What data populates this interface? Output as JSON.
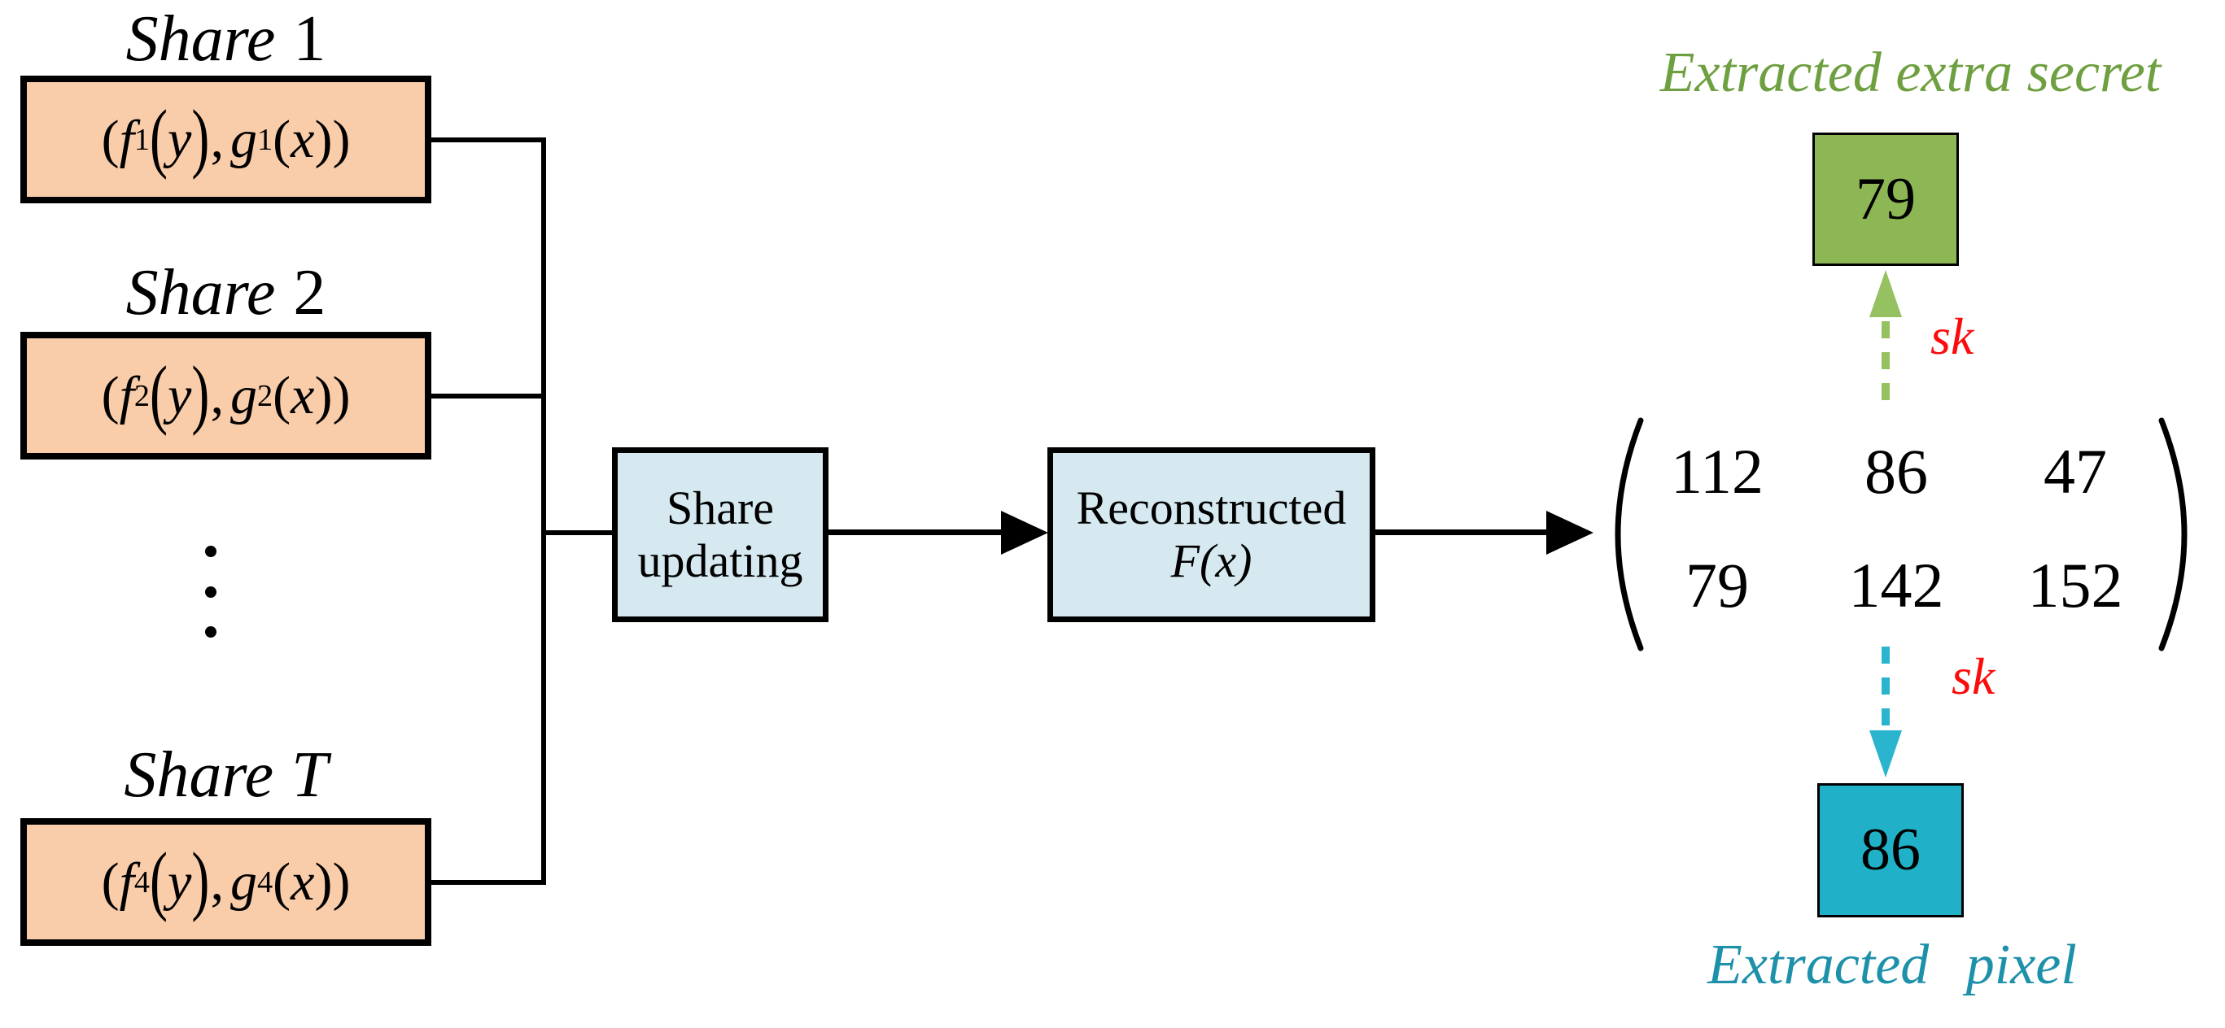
{
  "colors": {
    "share_fill": "#FACDAA",
    "process_fill": "#D6E9F0",
    "secret_fill": "#8DB754",
    "pixel_fill": "#20B1C9",
    "secret_label_color": "#6EA041",
    "pixel_label_color": "#1E91AA",
    "key_label_color": "#FB0B0B",
    "secret_arrow_color": "#96C161",
    "pixel_arrow_color": "#2BB4CE",
    "line_color": "#000000"
  },
  "shares": [
    {
      "title_word": "Share",
      "title_num": "1",
      "formula": {
        "open": "(",
        "f": "f",
        "f_sub": "1",
        "f_open": "(",
        "f_var": "y",
        "f_close": ")",
        "comma": ",",
        "g": "g",
        "g_sub": "1",
        "g_open": "(",
        "g_var": "x",
        "g_close": ")",
        "close": ")"
      }
    },
    {
      "title_word": "Share",
      "title_num": "2",
      "formula": {
        "open": "(",
        "f": "f",
        "f_sub": "2",
        "f_open": "(",
        "f_var": "y",
        "f_close": ")",
        "comma": ",",
        "g": "g",
        "g_sub": "2",
        "g_open": "(",
        "g_var": "x",
        "g_close": ")",
        "close": ")"
      }
    },
    {
      "title_word": "Share",
      "title_num": "T",
      "formula": {
        "open": "(",
        "f": "f",
        "f_sub": "4",
        "f_open": "(",
        "f_var": "y",
        "f_close": ")",
        "comma": ",",
        "g": "g",
        "g_sub": "4",
        "g_open": "(",
        "g_var": "x",
        "g_close": ")",
        "close": ")"
      }
    }
  ],
  "flow": {
    "share_updating": {
      "line1": "Share",
      "line2": "updating"
    },
    "reconstructed": {
      "line1": "Reconstructed",
      "f": "F",
      "arg": "(x)"
    }
  },
  "matrix": {
    "rows": [
      [
        "112",
        "86",
        "47"
      ],
      [
        "79",
        "142",
        "152"
      ]
    ]
  },
  "extra_secret": {
    "label": "Extracted extra secret",
    "value": "79",
    "key": "sk"
  },
  "pixel": {
    "label": "Extracted pixel",
    "value": "86",
    "key": "sk"
  }
}
